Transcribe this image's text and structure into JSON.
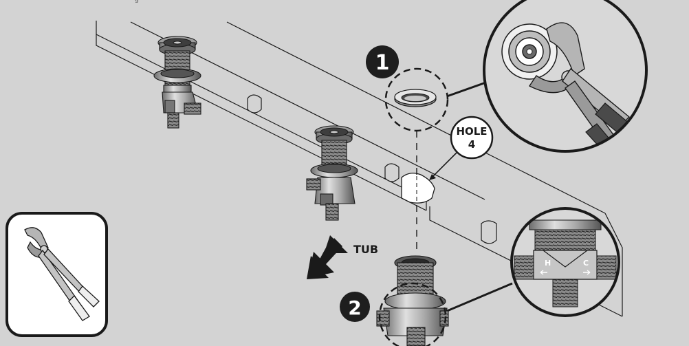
{
  "colors": {
    "background": "#d3d3d3",
    "line": "#1a1a1a",
    "metal_light": "#d9d9d9",
    "metal_mid": "#9a9a9a",
    "metal_dark": "#4a4a4a",
    "badge": "#1e1e1e",
    "white": "#ffffff"
  },
  "callouts": {
    "step1": "1",
    "step2": "2",
    "hole_line1": "HOLE",
    "hole_line2": "4",
    "tub": "TUB",
    "valve_hot": "H",
    "valve_cold": "C"
  },
  "icons": [
    "pliers-icon",
    "tub-direction-arrow-icon",
    "valve-body-icon",
    "trim-ring-icon"
  ]
}
